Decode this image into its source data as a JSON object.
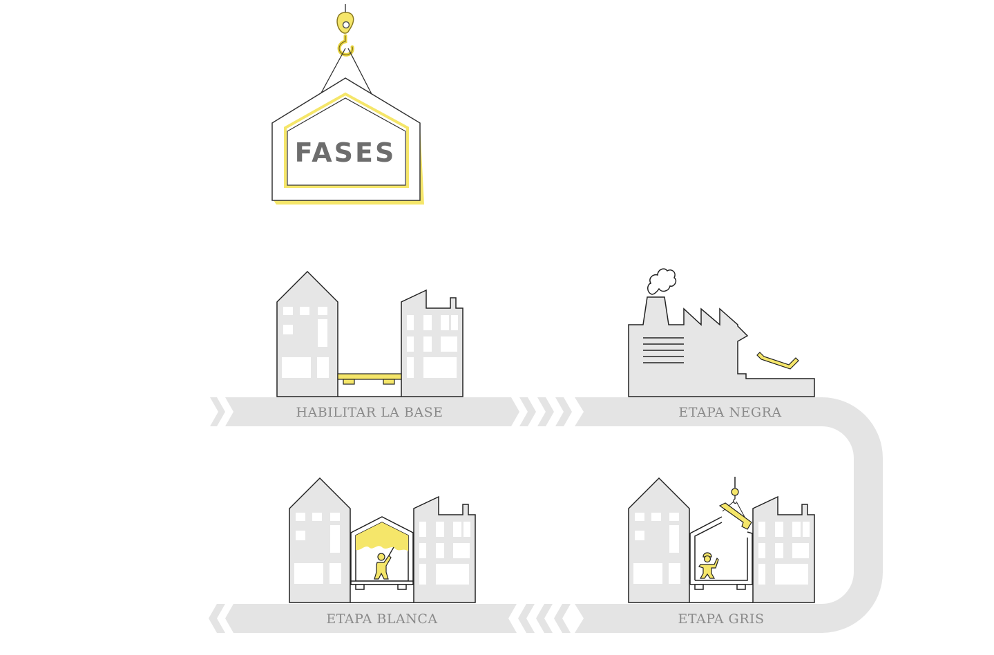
{
  "title": "FASES",
  "stages": [
    {
      "label": "HABILITAR LA BASE"
    },
    {
      "label": "ETAPA NEGRA"
    },
    {
      "label": "ETAPA BLANCA"
    },
    {
      "label": "ETAPA GRIS"
    }
  ],
  "colors": {
    "accent_yellow": "#f5e66a",
    "building_fill": "#e6e6e6",
    "track_fill": "#e4e4e4",
    "line": "#222222",
    "label_text": "#8a8a8a",
    "title_text": "#6d6d6d"
  },
  "icons": [
    "crane-hook-icon",
    "house-sign-icon",
    "building-block-icon",
    "factory-icon",
    "smoke-icon",
    "worker-icon",
    "crane-beam-icon",
    "chevron-icon",
    "flow-track"
  ]
}
